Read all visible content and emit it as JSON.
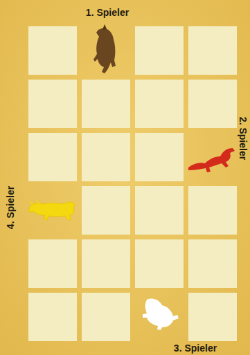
{
  "diagram": {
    "labels": [
      "1. Spieler",
      "2. Spieler",
      "3. Spieler",
      "4. Spieler"
    ]
  }
}
